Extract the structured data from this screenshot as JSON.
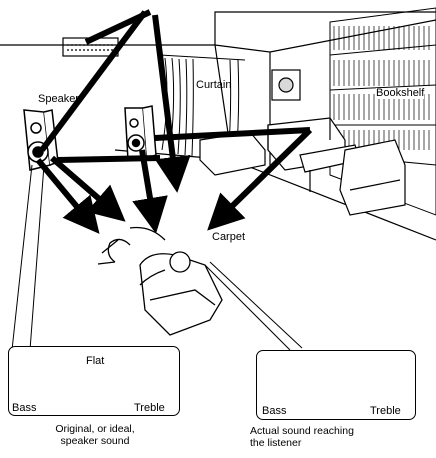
{
  "room_labels": {
    "speaker": "Speaker",
    "curtain": "Curtain",
    "bookshelf": "Bookshelf",
    "carpet": "Carpet"
  },
  "left_graph": {
    "curve_label": "Flat",
    "x_low": "Bass",
    "x_high": "Treble",
    "caption_line1": "Original, or ideal,",
    "caption_line2": "speaker sound"
  },
  "right_graph": {
    "x_low": "Bass",
    "x_high": "Treble",
    "caption_line1": "Actual sound reaching",
    "caption_line2": "the listener"
  },
  "colors": {
    "ink": "#000000",
    "paper": "#ffffff",
    "shade": "#d9d9d9"
  }
}
